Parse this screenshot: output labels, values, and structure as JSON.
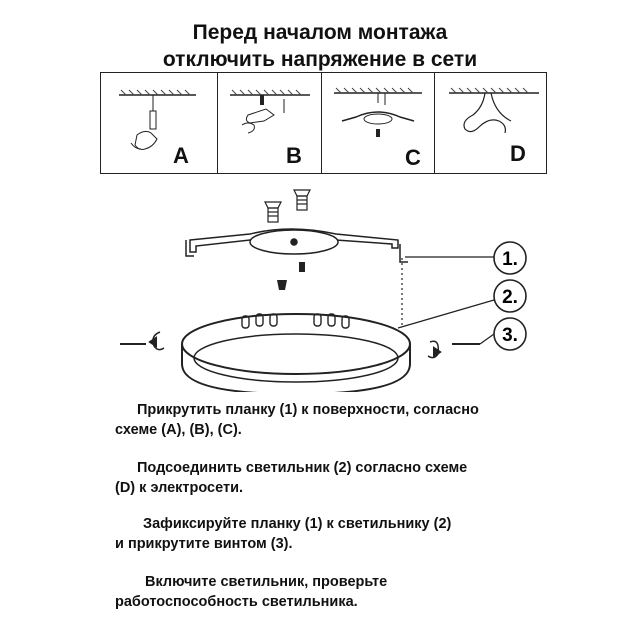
{
  "header": {
    "line1": "Перед началом монтажа",
    "line2": "отключить напряжение в сети"
  },
  "steps": [
    {
      "letter": "A"
    },
    {
      "letter": "B"
    },
    {
      "letter": "C"
    },
    {
      "letter": "D"
    }
  ],
  "callouts": [
    "1.",
    "2.",
    "3."
  ],
  "instructions": [
    {
      "line1": "Прикрутить планку (1) к поверхности, согласно",
      "line2": "схеме (А), (В), (С)."
    },
    {
      "line1": "Подсоединить светильник (2) согласно схеме",
      "line2": "(D) к электросети."
    },
    {
      "line1": "Зафиксируйте планку (1) к светильнику (2)",
      "line2": "и прикрутите винтом (3)."
    },
    {
      "line1": "Включите светильник, проверьте",
      "line2": "работоспособность светильника."
    }
  ]
}
